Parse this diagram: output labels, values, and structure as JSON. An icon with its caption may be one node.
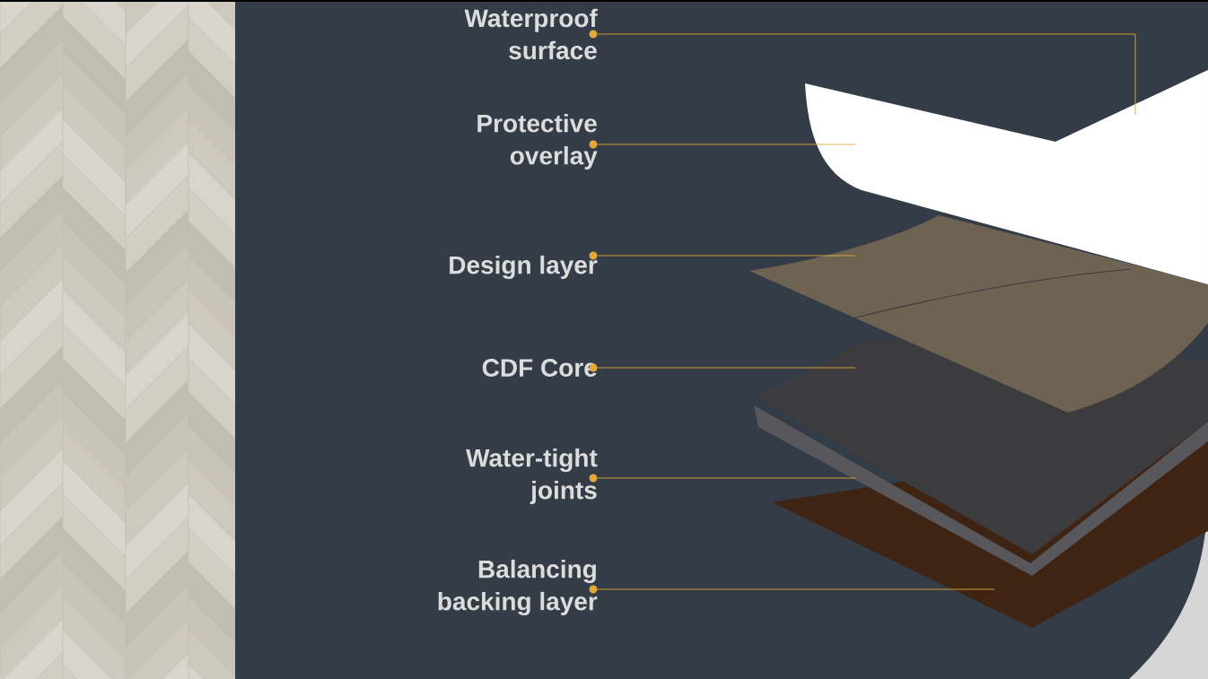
{
  "diagram": {
    "nodes": [
      {
        "text": [
          "Waterproof surface"
        ]
      },
      {
        "text": [
          "Protective overlay"
        ]
      },
      {
        "text": [
          "Design layer"
        ]
      },
      {
        "text": [
          "CDF Core"
        ]
      },
      {
        "text": [
          "Water-tight joints"
        ]
      },
      {
        "text": [
          "Balancing backing layer"
        ]
      },
      {
        "text": [],
        "shape": "picture"
      },
      {
        "text": [],
        "shape": "picture"
      },
      {
        "text": [],
        "shape": "picture"
      },
      {
        "text": [],
        "shape": "picture"
      },
      {
        "text": [],
        "shape": "picture"
      }
    ],
    "edges": [
      {
        "from": 0,
        "to": 6,
        "arrow": "none"
      },
      {
        "from": 1,
        "to": 6,
        "arrow": "none"
      },
      {
        "from": 2,
        "to": 7,
        "arrow": "none"
      },
      {
        "from": 3,
        "to": 8,
        "arrow": "none"
      },
      {
        "from": 4,
        "to": 9,
        "arrow": "none"
      },
      {
        "from": 5,
        "to": 10,
        "arrow": "none"
      }
    ]
  }
}
